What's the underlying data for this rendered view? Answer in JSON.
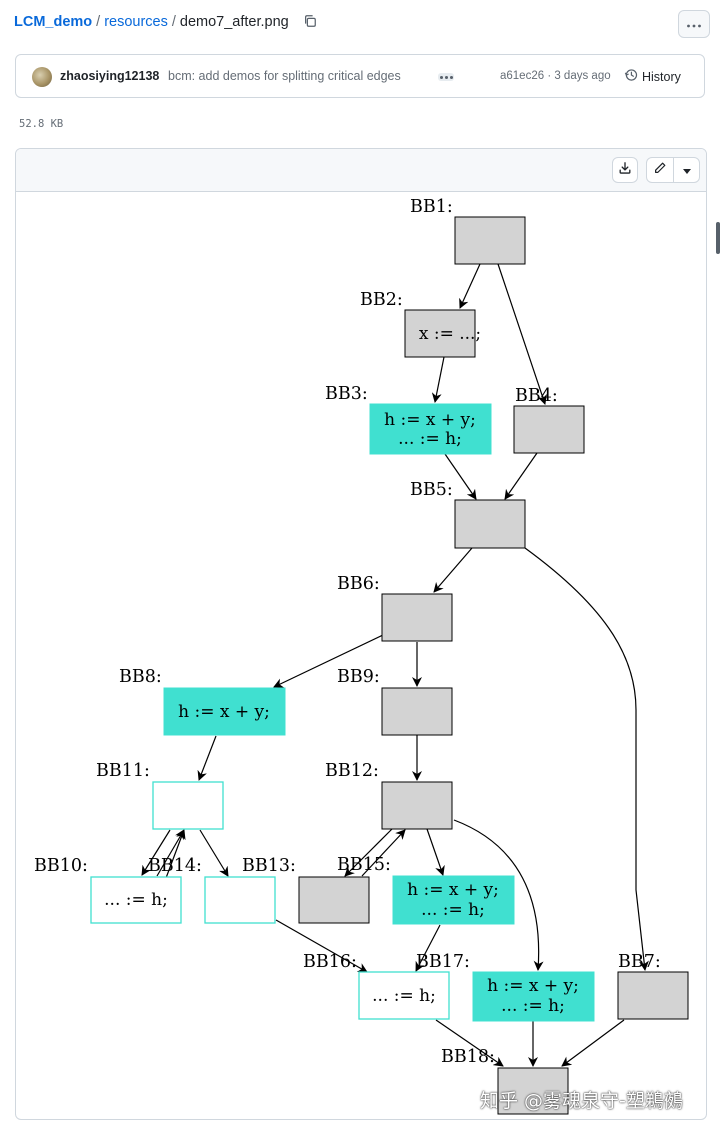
{
  "breadcrumb": {
    "repo": "LCM_demo",
    "separator": "/",
    "folder": "resources",
    "file": "demo7_after.png"
  },
  "header": {
    "more_icon": "kebab-horizontal-icon"
  },
  "commit": {
    "author": "zhaosiying12138",
    "message": "bcm: add demos for splitting critical edges",
    "sha_time": "a61ec26 · 3 days ago",
    "history_label": "History"
  },
  "file_size": "52.8 KB",
  "viewer": {
    "download_icon": "download-icon",
    "edit_icon": "pencil-icon",
    "caret_icon": "triangle-down-icon"
  },
  "colors": {
    "link": "#0969da",
    "node_gray": "#d3d3d3",
    "node_turquoise": "#40e0d0",
    "node_outline_turquoise": "#40e0d0"
  },
  "graph": {
    "labels": {
      "bb1": "BB1:",
      "bb2": "BB2:",
      "bb3": "BB3:",
      "bb4": "BB4:",
      "bb5": "BB5:",
      "bb6": "BB6:",
      "bb7": "BB7:",
      "bb8": "BB8:",
      "bb9": "BB9:",
      "bb10": "BB10:",
      "bb11": "BB11:",
      "bb12": "BB12:",
      "bb13": "BB13:",
      "bb14": "BB14:",
      "bb15": "BB15:",
      "bb16": "BB16:",
      "bb17": "BB17:",
      "bb18": "BB18:"
    },
    "code": {
      "bb2": "x := ...;",
      "bb3_line1": "h := x + y;",
      "bb3_line2": "... := h;",
      "bb8": "h := x + y;",
      "bb10": "... := h;",
      "bb15_line1": "h := x + y;",
      "bb15_line2": "... := h;",
      "bb16": "... := h;",
      "bb17_line1": "h := x + y;",
      "bb17_line2": "... := h;"
    }
  },
  "watermark": "知乎 @雾魂泉守-塑鵜鵺"
}
